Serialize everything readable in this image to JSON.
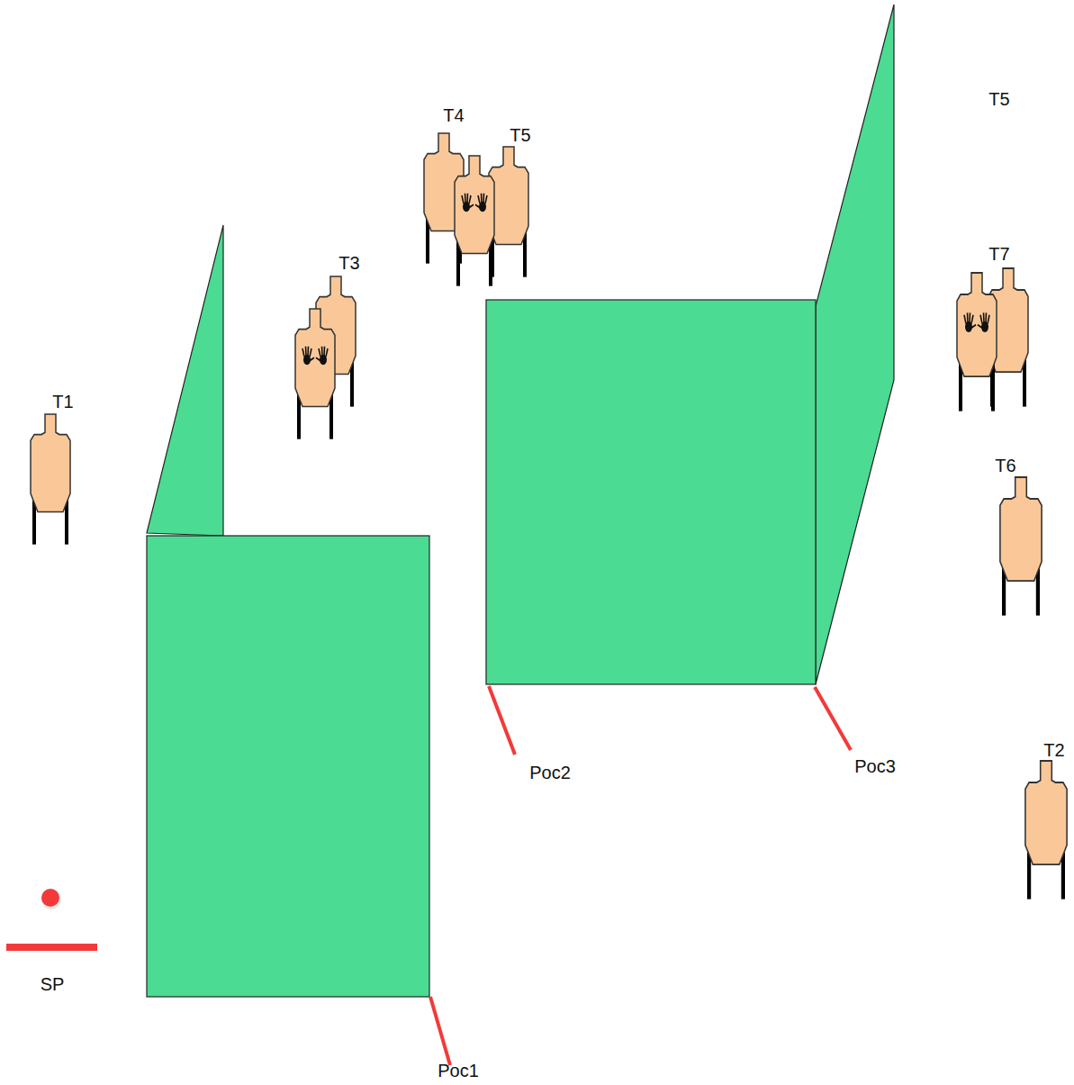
{
  "diagram": {
    "labels": [
      "T5",
      "T4",
      "T5",
      "T7",
      "T3",
      "T1",
      "T6",
      "T2",
      "Poc3",
      "Poc2",
      "SP",
      "Poc1"
    ]
  }
}
